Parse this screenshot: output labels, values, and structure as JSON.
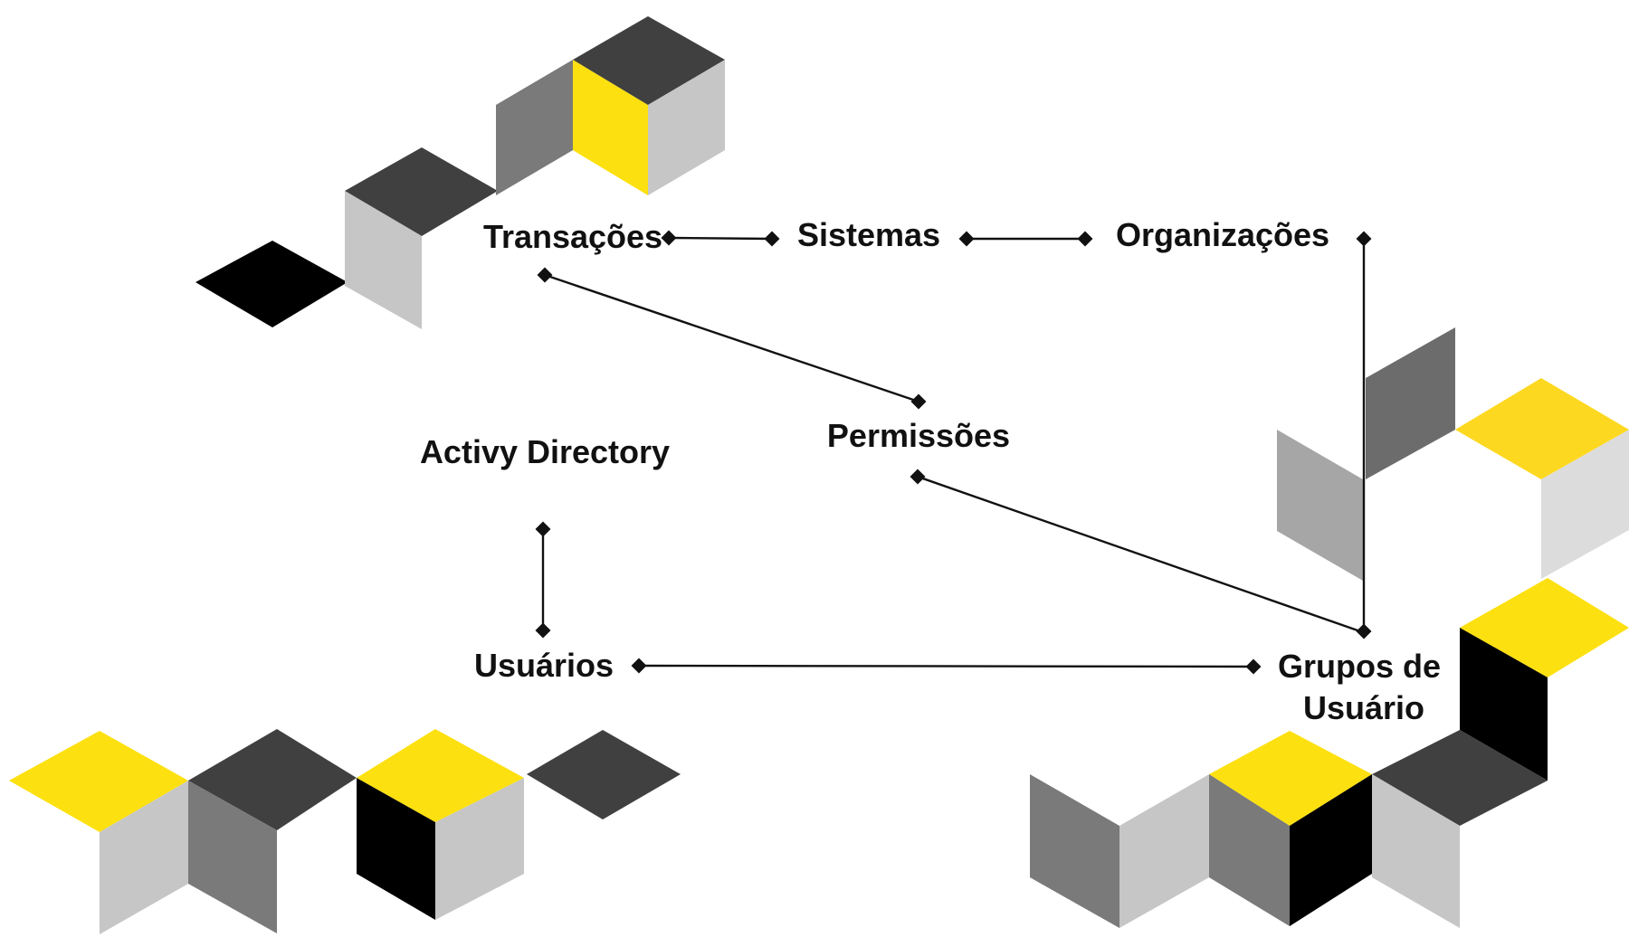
{
  "diagram": {
    "nodes": [
      {
        "id": "transacoes",
        "label": "Transações"
      },
      {
        "id": "sistemas",
        "label": "Sistemas"
      },
      {
        "id": "organizacoes",
        "label": "Organizações"
      },
      {
        "id": "permissoes",
        "label": "Permissões"
      },
      {
        "id": "active-directory",
        "label": "Activy Directory"
      },
      {
        "id": "usuarios",
        "label": "Usuários"
      },
      {
        "id": "grupos-de-usuario",
        "label": [
          "Grupos de",
          "Usuário"
        ]
      }
    ],
    "edges": [
      {
        "from": "transacoes",
        "to": "sistemas"
      },
      {
        "from": "sistemas",
        "to": "organizacoes"
      },
      {
        "from": "organizacoes",
        "to": "grupos-de-usuario"
      },
      {
        "from": "transacoes",
        "to": "permissoes"
      },
      {
        "from": "permissoes",
        "to": "grupos-de-usuario"
      },
      {
        "from": "active-directory",
        "to": "usuarios"
      },
      {
        "from": "usuarios",
        "to": "grupos-de-usuario"
      }
    ]
  },
  "colors": {
    "yellow": "#fde010",
    "dark": "#404040",
    "black": "#000000",
    "mid_gray": "#7a7a7a",
    "light_gray": "#c6c6c6",
    "line": "#111111"
  }
}
